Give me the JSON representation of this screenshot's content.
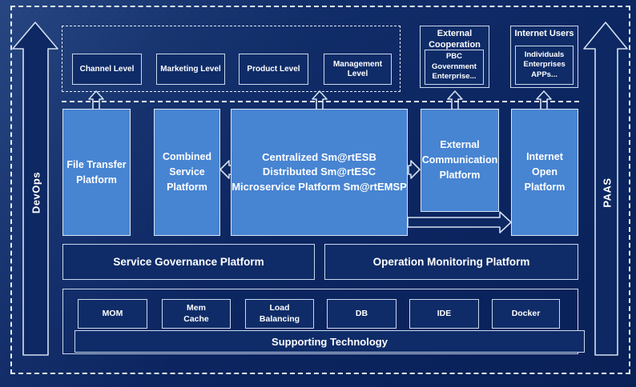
{
  "colors": {
    "background": "#0d2763",
    "panel_fill": "#0f2c68",
    "platform_fill": "#4784d2",
    "border_light": "#c9d9ec"
  },
  "rails": {
    "left": "DevOps",
    "right": "PAAS"
  },
  "levels": [
    {
      "label": "Channel Level"
    },
    {
      "label": "Marketing Level"
    },
    {
      "label": "Product Level"
    },
    {
      "label": "Management Level"
    }
  ],
  "external_cooperation": {
    "title": "External Cooperation",
    "members": "PBC Government Enterprise..."
  },
  "internet_users": {
    "title": "Internet Users",
    "members": "Individuals Enterprises APPs..."
  },
  "platforms": {
    "file_transfer": "File Transfer Platform",
    "combined_service": "Combined Service Platform",
    "esb": {
      "line1": "Centralized Sm@rtESB",
      "line2": "Distributed Sm@rtESC",
      "line3": "Microservice Platform Sm@rtEMSP"
    },
    "external_communication": "External Communication Platform",
    "internet_open": "Internet Open Platform"
  },
  "governance": {
    "label": "Service Governance Platform"
  },
  "monitoring": {
    "label": "Operation Monitoring Platform"
  },
  "technologies": [
    {
      "label": "MOM"
    },
    {
      "label": "Mem Cache"
    },
    {
      "label": "Load Balancing"
    },
    {
      "label": "DB"
    },
    {
      "label": "IDE"
    },
    {
      "label": "Docker"
    }
  ],
  "supporting": {
    "label": "Supporting Technology"
  }
}
